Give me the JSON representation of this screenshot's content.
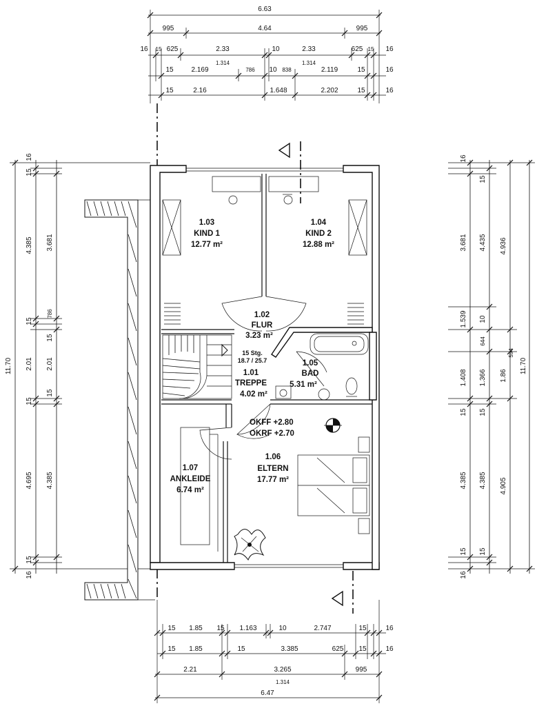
{
  "dimensions": {
    "top": {
      "r0": [
        "6.63"
      ],
      "r1": [
        "995",
        "4.64",
        "995"
      ],
      "r2": [
        "16",
        "15",
        "625",
        "2.33",
        "10",
        "2.33",
        "625",
        "15",
        "16"
      ],
      "r2b": [
        "1.314",
        "1.314"
      ],
      "r3": [
        "15",
        "2.169",
        "786",
        "10",
        "838",
        "2.119",
        "15",
        "16"
      ],
      "r4": [
        "15",
        "2.16",
        "1.648",
        "2.202",
        "15",
        "16"
      ]
    },
    "left": {
      "total": "11.70",
      "c1": [
        "16",
        "15",
        "4.385",
        "15",
        "2.01",
        "15",
        "4.695",
        "15",
        "16"
      ],
      "c2": [
        "3.681",
        "786",
        "15",
        "2.01",
        "15",
        "4.385"
      ]
    },
    "right": {
      "c1": [
        "16",
        "3.681",
        "1.539",
        "1.408",
        "15",
        "4.385",
        "15",
        "16"
      ],
      "c2": [
        "15",
        "4.435",
        "10",
        "644",
        "1.366",
        "15",
        "4.385",
        "15"
      ],
      "c3": [
        "4.936",
        "594",
        "1.86",
        "4.905"
      ],
      "total": "11.70"
    },
    "bottom": {
      "r1": [
        "15",
        "1.85",
        "15",
        "1.163",
        "10",
        "2.747",
        "15",
        "16"
      ],
      "r2": [
        "15",
        "1.85",
        "15",
        "3.385",
        "625",
        "15",
        "16"
      ],
      "r3": [
        "2.21",
        "3.265",
        "995"
      ],
      "r3b": [
        "1.314"
      ],
      "r4": [
        "6.47"
      ]
    }
  },
  "rooms": {
    "kind1": {
      "number": "1.03",
      "name": "KIND 1",
      "area": "12.77 m²"
    },
    "kind2": {
      "number": "1.04",
      "name": "KIND 2",
      "area": "12.88 m²"
    },
    "flur": {
      "number": "1.02",
      "name": "FLUR",
      "area": "3.23 m²"
    },
    "treppe": {
      "number": "1.01",
      "name": "TREPPE",
      "area": "4.02 m²",
      "stairs": "15 Stg.",
      "stair_ratio": "18.7 / 25.7"
    },
    "bad": {
      "number": "1.05",
      "name": "BAD",
      "area": "5.31 m²"
    },
    "ankleide": {
      "number": "1.07",
      "name": "ANKLEIDE",
      "area": "6.74 m²"
    },
    "eltern": {
      "number": "1.06",
      "name": "ELTERN",
      "area": "17.77 m²"
    }
  },
  "levels": {
    "okff": "OKFF +2.80",
    "okrf": "OKRF +2.70"
  }
}
